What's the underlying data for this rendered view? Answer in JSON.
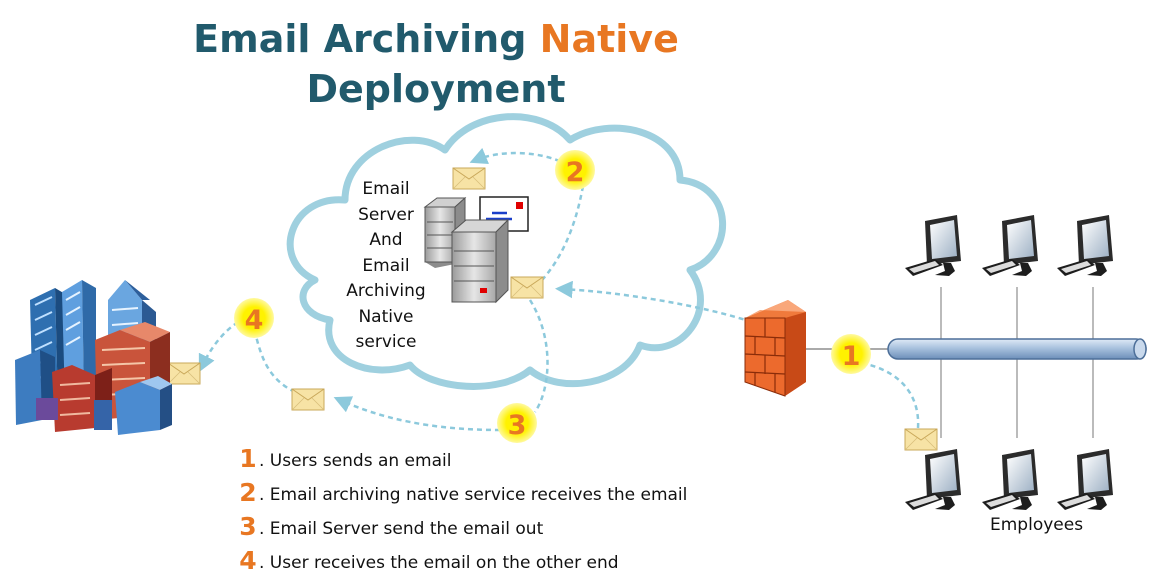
{
  "title": {
    "part1": "Email Archiving ",
    "accent": "Native",
    "part2": "Deployment"
  },
  "cloud": {
    "label": "Email\nServer\nAnd\nEmail\nArchiving\nNative\nservice"
  },
  "badges": [
    {
      "number": "1"
    },
    {
      "number": "2"
    },
    {
      "number": "3"
    },
    {
      "number": "4"
    }
  ],
  "employees_label": "Employees",
  "legend": [
    {
      "number": "1",
      "text": ". Users sends an email"
    },
    {
      "number": "2",
      "text": ". Email archiving native service receives the email"
    },
    {
      "number": "3",
      "text": ". Email Server send the email out"
    },
    {
      "number": "4",
      "text": ". User receives the email on the other end"
    }
  ],
  "colors": {
    "title": "#215a6c",
    "accent": "#e87722",
    "cloud_outline": "#9fd0df",
    "dashed_arrow": "#8cc9dc",
    "badge_fill": "#fff200",
    "envelope": "#f7e3a5",
    "firewall": "#e8642c",
    "network_pipe": "#9ab8d8"
  }
}
